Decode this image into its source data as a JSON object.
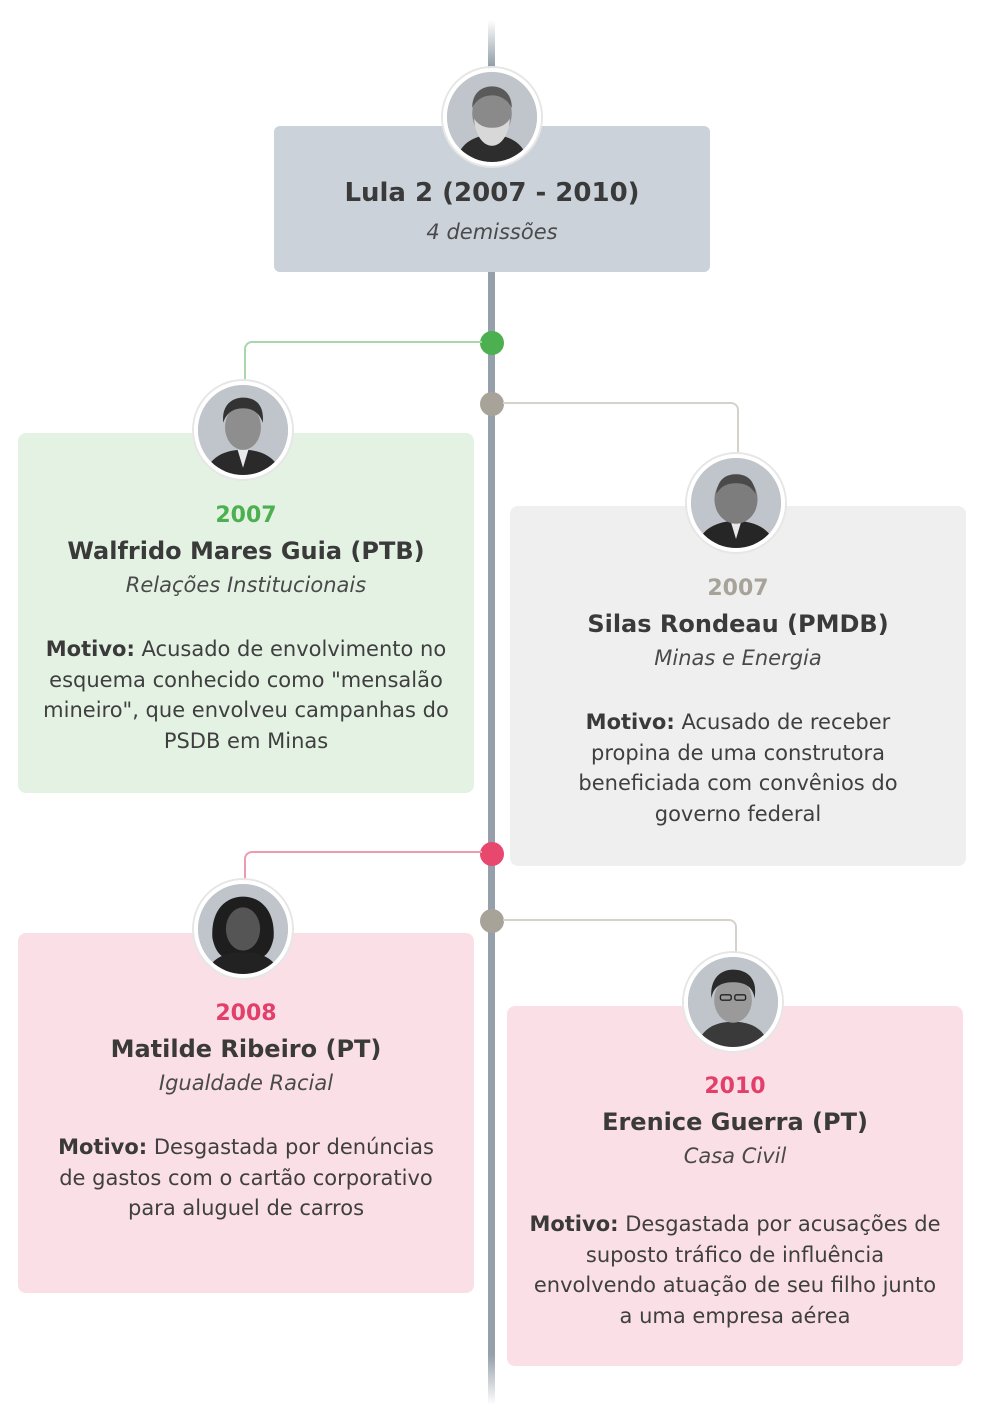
{
  "header": {
    "title": "Lula 2 (2007 - 2010)",
    "subtitle": "4 demissões"
  },
  "colors": {
    "spine": "#95a0aa",
    "green": "#4caf50",
    "gray": "#a7a399",
    "pink": "#e8476e",
    "card_green": "#e4f2e4",
    "card_gray": "#efefef",
    "card_pink": "#fadfe7",
    "header_bg": "#cbd2da"
  },
  "entries": [
    {
      "year": "2007",
      "name": "Walfrido Mares Guia (PTB)",
      "role": "Relações Institucionais",
      "reason_label": "Motivo:",
      "reason_text": "Acusado de envolvimento no esquema conhecido como \"mensalão mineiro\", que envolveu campanhas do PSDB em Minas"
    },
    {
      "year": "2007",
      "name": "Silas Rondeau (PMDB)",
      "role": "Minas e Energia",
      "reason_label": "Motivo:",
      "reason_text": "Acusado de receber propina de uma construtora beneficiada com convênios do governo federal"
    },
    {
      "year": "2008",
      "name": "Matilde Ribeiro (PT)",
      "role": "Igualdade Racial",
      "reason_label": "Motivo:",
      "reason_text": "Desgastada por denúncias de gastos com o cartão corporativo para aluguel de carros"
    },
    {
      "year": "2010",
      "name": "Erenice Guerra (PT)",
      "role": "Casa Civil",
      "reason_label": "Motivo:",
      "reason_text": "Desgastada por acusações de suposto tráfico de influência envolvendo atuação de seu filho junto a uma empresa aérea"
    }
  ]
}
